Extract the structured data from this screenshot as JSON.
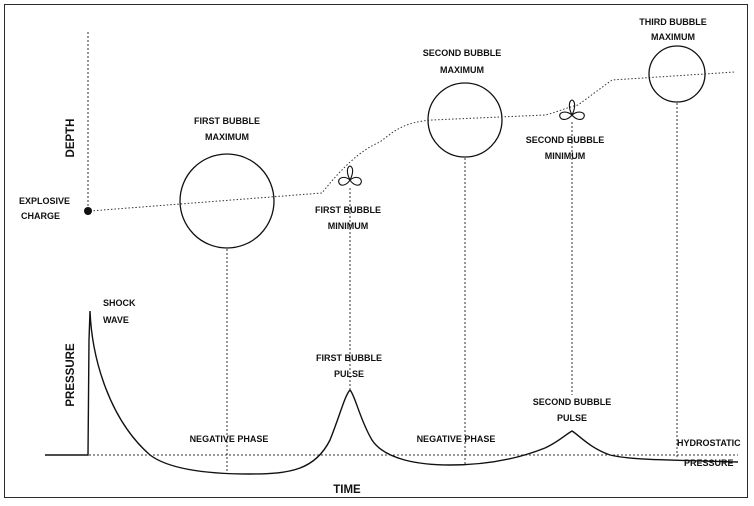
{
  "axes": {
    "depth": "DEPTH",
    "pressure": "PRESSURE",
    "time": "TIME"
  },
  "labels": {
    "explosive_charge": [
      "EXPLOSIVE",
      "CHARGE"
    ],
    "first_bubble_maximum": [
      "FIRST BUBBLE",
      "MAXIMUM"
    ],
    "first_bubble_minimum": [
      "FIRST BUBBLE",
      "MINIMUM"
    ],
    "second_bubble_maximum": [
      "SECOND BUBBLE",
      "MAXIMUM"
    ],
    "second_bubble_minimum": [
      "SECOND BUBBLE",
      "MINIMUM"
    ],
    "third_bubble_maximum": [
      "THIRD BUBBLE",
      "MAXIMUM"
    ],
    "shock_wave": [
      "SHOCK",
      "WAVE"
    ],
    "first_bubble_pulse": [
      "FIRST BUBBLE",
      "PULSE"
    ],
    "second_bubble_pulse": [
      "SECOND BUBBLE",
      "PULSE"
    ],
    "negative_phase_1": "NEGATIVE PHASE",
    "negative_phase_2": "NEGATIVE PHASE",
    "hydrostatic_pressure": [
      "HYDROSTATIC",
      "PRESSURE"
    ]
  },
  "colors": {
    "ink": "#111111",
    "frame": "#2b2b2b",
    "background": "#ffffff"
  }
}
